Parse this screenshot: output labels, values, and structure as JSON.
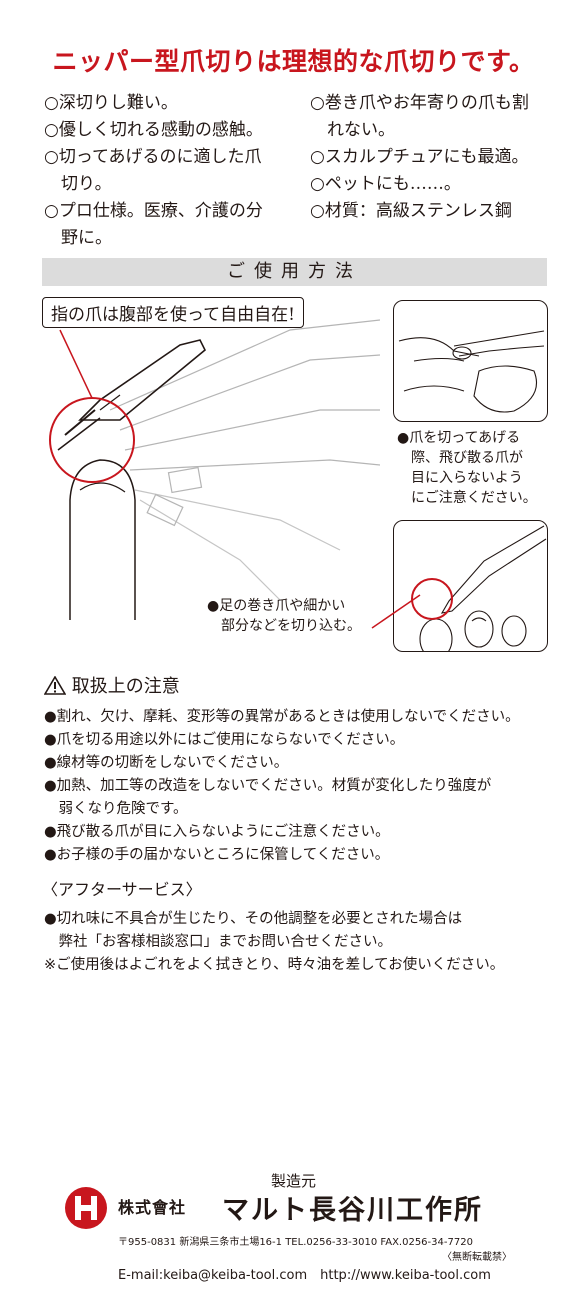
{
  "headline": "ニッパー型爪切りは理想的な爪切りです。",
  "features_left": [
    "○深切りし難い。",
    "○優しく切れる感動の感触。",
    "○切ってあげるのに適した爪",
    "　切り。",
    "○プロ仕様。医療、介護の分",
    "　野に。"
  ],
  "features_right": [
    "○巻き爪やお年寄りの爪も割",
    "　れない。",
    "○スカルプチュアにも最適。",
    "○ペットにも……。",
    "○材質：高級ステンレス鋼"
  ],
  "howto": {
    "title": "ご使用方法",
    "callout": "指の爪は腹部を使って自由自在!",
    "caption1": [
      "●爪を切ってあげる",
      "　際、飛び散る爪が",
      "　目に入らないよう",
      "　にご注意ください。"
    ],
    "caption2": [
      "●足の巻き爪や細かい",
      "　部分などを切り込む。"
    ]
  },
  "caution": {
    "icon": "warning-triangle-icon",
    "title": "取扱上の注意",
    "items": [
      "●割れ、欠け、摩耗、変形等の異常があるときは使用しないでください。",
      "●爪を切る用途以外にはご使用にならないでください。",
      "●線材等の切断をしないでください。",
      "●加熱、加工等の改造をしないでください。材質が変化したり強度が",
      "　弱くなり危険です。",
      "●飛び散る爪が目に入らないようにご注意ください。",
      "●お子様の手の届かないところに保管してください。"
    ]
  },
  "after_service": {
    "title": "〈アフターサービス〉",
    "items": [
      "●切れ味に不具合が生じたり、その他調整を必要とされた場合は",
      "　弊社「お客様相談窓口」までお問い合せください。",
      "※ご使用後はよごれをよく拭きとり、時々油を差してお使いください。"
    ]
  },
  "footer": {
    "maker_label": "製造元",
    "company_prefix": "株式會社",
    "company_name": "マルト長谷川工作所",
    "address": "〒955-0831 新潟県三条市土場16-1 TEL.0256-33-3010 FAX.0256-34-7720",
    "no_reprint": "〈無断転載禁〉",
    "contact": "E-mail:keiba@keiba-tool.com　http://www.keiba-tool.com"
  },
  "colors": {
    "accent": "#c8161e",
    "text": "#231815",
    "band": "#dcdcdc"
  }
}
